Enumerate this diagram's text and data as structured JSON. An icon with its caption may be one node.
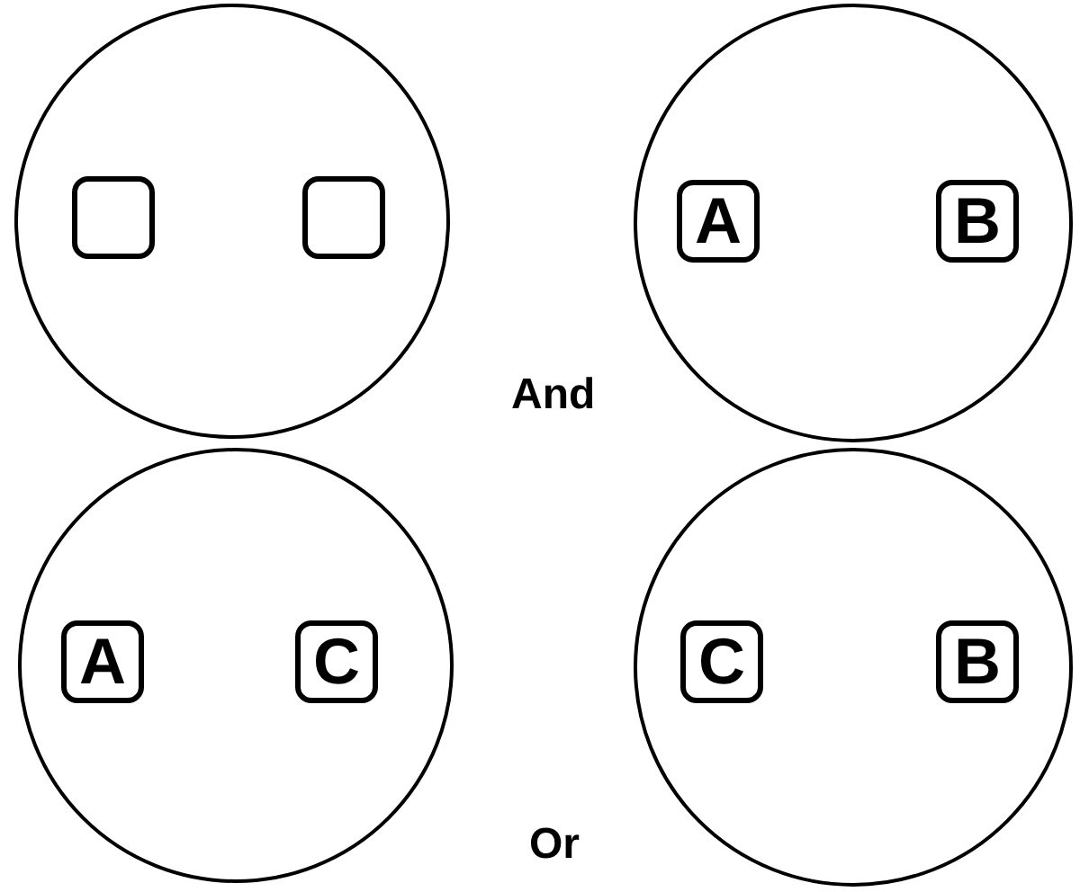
{
  "diagram": {
    "nodes": [
      {
        "text": [],
        "shape": "circle"
      },
      {
        "text": [],
        "shape": "box",
        "in": 0
      },
      {
        "text": [],
        "shape": "box",
        "in": 0
      },
      {
        "text": [],
        "shape": "circle"
      },
      {
        "text": [
          "A"
        ],
        "in": 3
      },
      {
        "text": [
          "B"
        ],
        "in": 3
      },
      {
        "text": [],
        "shape": "circle"
      },
      {
        "text": [
          "A"
        ],
        "in": 6
      },
      {
        "text": [
          "C"
        ],
        "in": 6
      },
      {
        "text": [],
        "shape": "circle"
      },
      {
        "text": [
          "C"
        ],
        "in": 9
      },
      {
        "text": [
          "B"
        ],
        "in": 9
      }
    ],
    "labels": [
      "And",
      "Or"
    ]
  }
}
